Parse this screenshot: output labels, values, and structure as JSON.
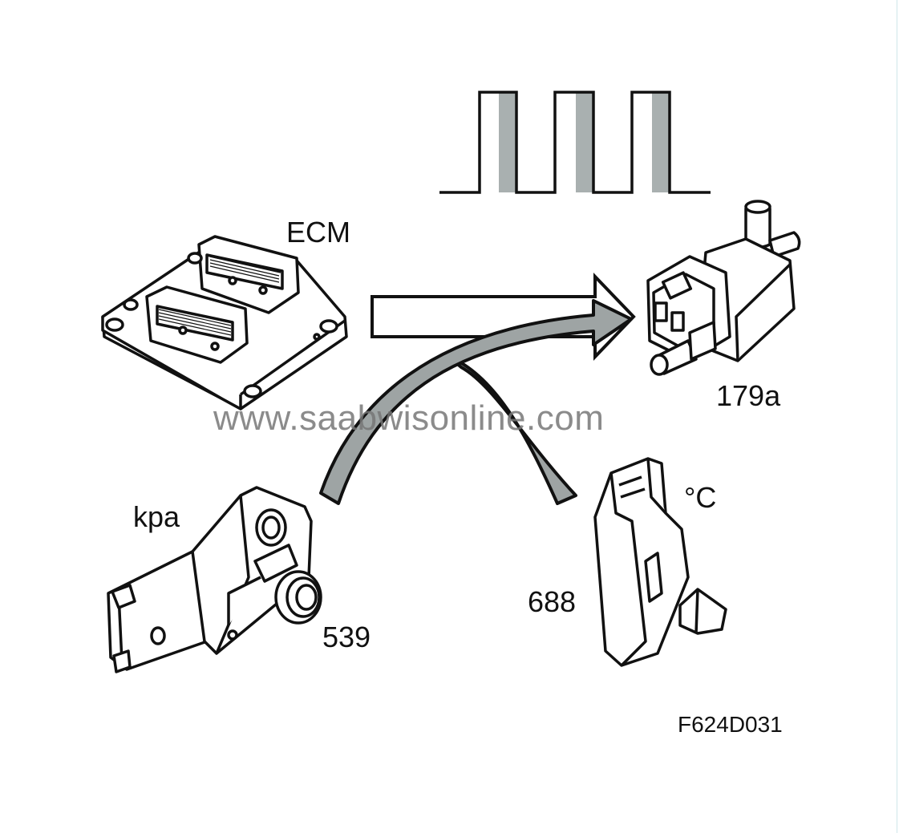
{
  "labels": {
    "ecm": "ECM",
    "valve": "179a",
    "pressure_unit": "kpa",
    "pressure_sensor": "539",
    "temp_unit": "°C",
    "temp_sensor": "688",
    "figure_id": "F624D031"
  },
  "watermark": "www.saabwisonline.com",
  "colors": {
    "line": "#111111",
    "pulse_fill": "#a9b0b0",
    "curve_arrow_fill": "#9ea4a4",
    "watermark": "#777777"
  }
}
